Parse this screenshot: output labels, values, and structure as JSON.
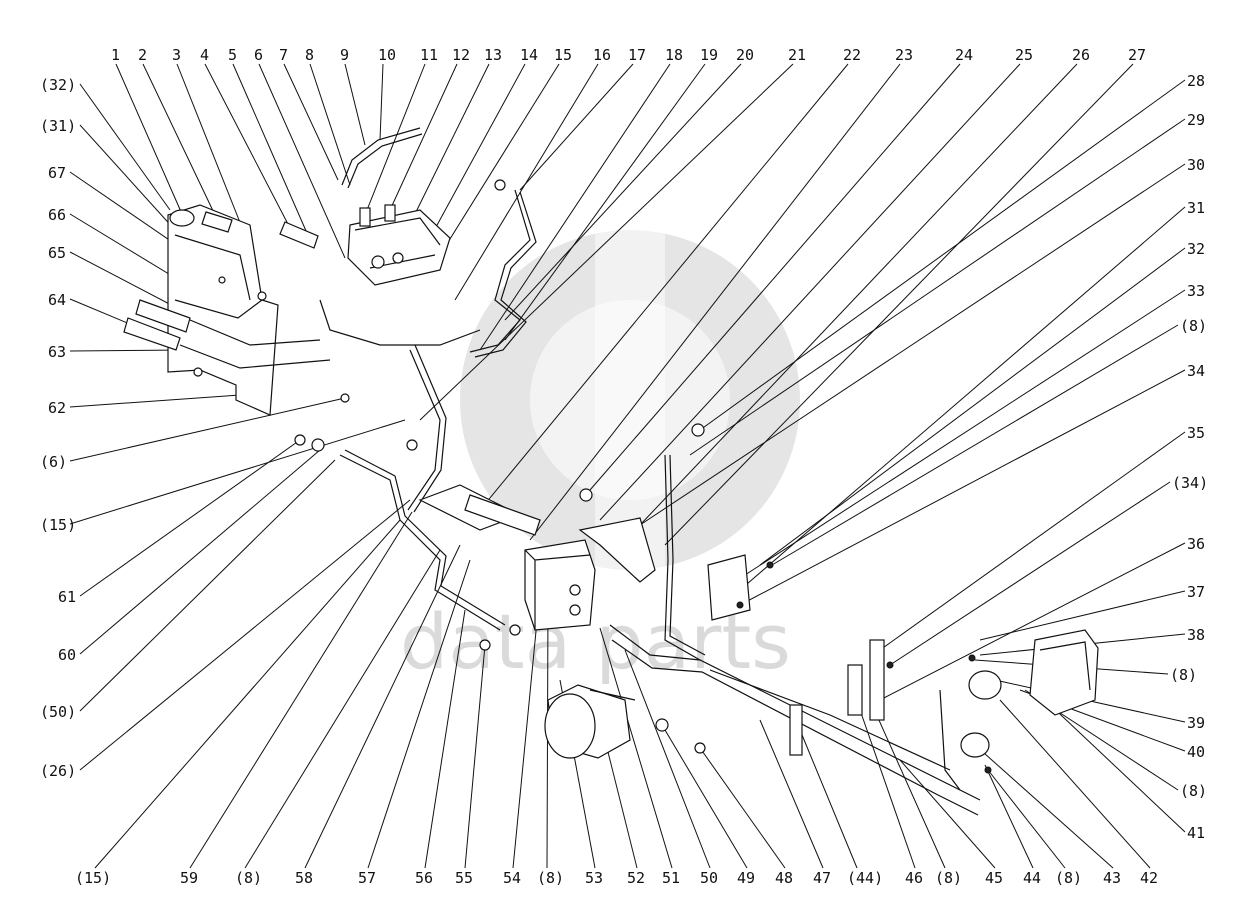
{
  "watermark": {
    "text": "data parts"
  },
  "colors": {
    "ink": "#111111",
    "watermark": "#cfcfcf"
  },
  "labels": {
    "top": [
      {
        "id": "1",
        "text": "1"
      },
      {
        "id": "2",
        "text": "2"
      },
      {
        "id": "3",
        "text": "3"
      },
      {
        "id": "4",
        "text": "4"
      },
      {
        "id": "5",
        "text": "5"
      },
      {
        "id": "6",
        "text": "6"
      },
      {
        "id": "7",
        "text": "7"
      },
      {
        "id": "8",
        "text": "8"
      },
      {
        "id": "9",
        "text": "9"
      },
      {
        "id": "10",
        "text": "10"
      },
      {
        "id": "11",
        "text": "11"
      },
      {
        "id": "12",
        "text": "12"
      },
      {
        "id": "13",
        "text": "13"
      },
      {
        "id": "14",
        "text": "14"
      },
      {
        "id": "15",
        "text": "15"
      },
      {
        "id": "16",
        "text": "16"
      },
      {
        "id": "17",
        "text": "17"
      },
      {
        "id": "18",
        "text": "18"
      },
      {
        "id": "19",
        "text": "19"
      },
      {
        "id": "20",
        "text": "20"
      },
      {
        "id": "21",
        "text": "21"
      },
      {
        "id": "22",
        "text": "22"
      },
      {
        "id": "23",
        "text": "23"
      },
      {
        "id": "24",
        "text": "24"
      },
      {
        "id": "25",
        "text": "25"
      },
      {
        "id": "26",
        "text": "26"
      },
      {
        "id": "27",
        "text": "27"
      }
    ],
    "left": [
      {
        "id": "l32",
        "text": "(32)"
      },
      {
        "id": "l31",
        "text": "(31)"
      },
      {
        "id": "67",
        "text": "67"
      },
      {
        "id": "66",
        "text": "66"
      },
      {
        "id": "65",
        "text": "65"
      },
      {
        "id": "64",
        "text": "64"
      },
      {
        "id": "63",
        "text": "63"
      },
      {
        "id": "62",
        "text": "62"
      },
      {
        "id": "l6",
        "text": "(6)"
      },
      {
        "id": "l15a",
        "text": "(15)"
      },
      {
        "id": "61",
        "text": "61"
      },
      {
        "id": "60",
        "text": "60"
      },
      {
        "id": "l50",
        "text": "(50)"
      },
      {
        "id": "l26",
        "text": "(26)"
      }
    ],
    "right": [
      {
        "id": "28",
        "text": "28"
      },
      {
        "id": "29",
        "text": "29"
      },
      {
        "id": "30",
        "text": "30"
      },
      {
        "id": "31",
        "text": "31"
      },
      {
        "id": "32",
        "text": "32"
      },
      {
        "id": "33",
        "text": "33"
      },
      {
        "id": "r8a",
        "text": "(8)"
      },
      {
        "id": "34",
        "text": "34"
      },
      {
        "id": "35",
        "text": "35"
      },
      {
        "id": "r34",
        "text": "(34)"
      },
      {
        "id": "36",
        "text": "36"
      },
      {
        "id": "37",
        "text": "37"
      },
      {
        "id": "38",
        "text": "38"
      },
      {
        "id": "r8b",
        "text": "(8)"
      },
      {
        "id": "39",
        "text": "39"
      },
      {
        "id": "40",
        "text": "40"
      },
      {
        "id": "r8c",
        "text": "(8)"
      },
      {
        "id": "41",
        "text": "41"
      }
    ],
    "bottom": [
      {
        "id": "b15",
        "text": "(15)"
      },
      {
        "id": "59",
        "text": "59"
      },
      {
        "id": "b8a",
        "text": "(8)"
      },
      {
        "id": "58",
        "text": "58"
      },
      {
        "id": "57",
        "text": "57"
      },
      {
        "id": "56",
        "text": "56"
      },
      {
        "id": "55",
        "text": "55"
      },
      {
        "id": "54",
        "text": "54"
      },
      {
        "id": "b8b",
        "text": "(8)"
      },
      {
        "id": "53",
        "text": "53"
      },
      {
        "id": "52",
        "text": "52"
      },
      {
        "id": "51",
        "text": "51"
      },
      {
        "id": "50",
        "text": "50"
      },
      {
        "id": "49",
        "text": "49"
      },
      {
        "id": "48",
        "text": "48"
      },
      {
        "id": "47",
        "text": "47"
      },
      {
        "id": "b44",
        "text": "(44)"
      },
      {
        "id": "46",
        "text": "46"
      },
      {
        "id": "b8c",
        "text": "(8)"
      },
      {
        "id": "45",
        "text": "45"
      },
      {
        "id": "44",
        "text": "44"
      },
      {
        "id": "b8d",
        "text": "(8)"
      },
      {
        "id": "43",
        "text": "43"
      },
      {
        "id": "42",
        "text": "42"
      }
    ]
  }
}
